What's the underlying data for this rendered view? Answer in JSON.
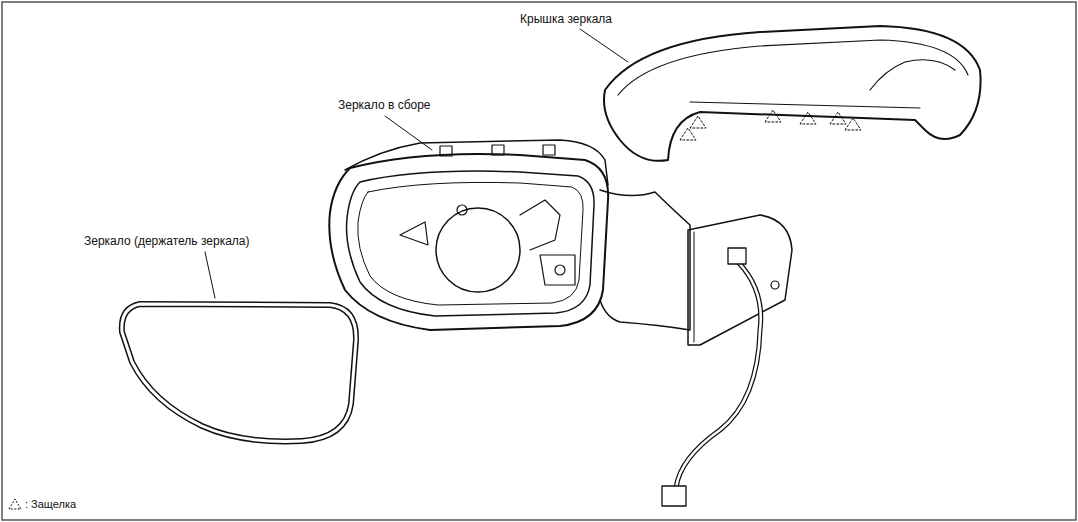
{
  "diagram": {
    "labels": [
      "Крышка зеркала",
      "Зеркало в сборе",
      "Зеркало (держатель зеркала)"
    ],
    "legend": [
      {
        "text": ": Защелка"
      }
    ]
  }
}
